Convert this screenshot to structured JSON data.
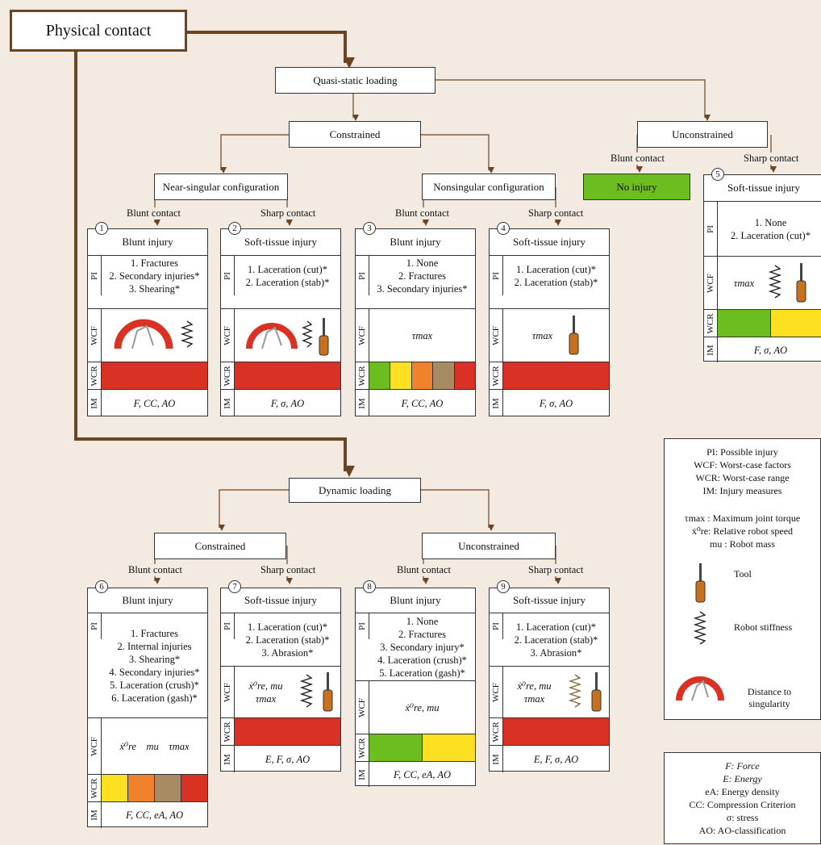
{
  "root": "Physical contact",
  "quasi": {
    "title": "Quasi-static loading",
    "constrained": "Constrained",
    "unconstrained": "Unconstrained",
    "near_singular": "Near-singular configuration",
    "nonsingular": "Nonsingular configuration",
    "no_injury": "No injury"
  },
  "dynamic": {
    "title": "Dynamic loading",
    "constrained": "Constrained",
    "unconstrained": "Unconstrained"
  },
  "edge": {
    "blunt": "Blunt contact",
    "sharp": "Sharp contact"
  },
  "tabs": {
    "pi": "PI",
    "wcf": "WCF",
    "wcr": "WCR",
    "im": "IM"
  },
  "cases": [
    {
      "num": "1",
      "title": "Blunt injury",
      "pi": [
        "1. Fractures",
        "2. Secondary injuries*",
        "3. Shearing*"
      ],
      "wcf": "",
      "im": "F, CC, AO"
    },
    {
      "num": "2",
      "title": "Soft-tissue injury",
      "pi": [
        "1. Laceration (cut)*",
        "2. Laceration (stab)*"
      ],
      "wcf": "",
      "im": "F, σ, AO"
    },
    {
      "num": "3",
      "title": "Blunt injury",
      "pi": [
        "1. None",
        "2. Fractures",
        "3. Secondary injuries*"
      ],
      "wcf": "τmax",
      "im": "F, CC, AO"
    },
    {
      "num": "4",
      "title": "Soft-tissue injury",
      "pi": [
        "1. Laceration (cut)*",
        "2. Laceration (stab)*"
      ],
      "wcf": "τmax",
      "im": "F, σ, AO"
    },
    {
      "num": "5",
      "title": "Soft-tissue injury",
      "pi": [
        "1. None",
        "2. Laceration (cut)*"
      ],
      "wcf": "τmax",
      "im": "F, σ, AO"
    },
    {
      "num": "6",
      "title": "Blunt injury",
      "pi": [
        "1. Fractures",
        "2. Internal injuries",
        "3. Shearing*",
        "4. Secondary injuries*",
        "5. Laceration (crush)*",
        "6. Laceration (gash)*"
      ],
      "wcf": "ẋ⁰re    mu    τmax",
      "im": "F, CC, eA, AO"
    },
    {
      "num": "7",
      "title": "Soft-tissue injury",
      "pi": [
        "1. Laceration (cut)*",
        "2. Laceration (stab)*",
        "3. Abrasion*"
      ],
      "wcf": "ẋ⁰re, mu τmax",
      "im": "E, F, σ, AO"
    },
    {
      "num": "8",
      "title": "Blunt injury",
      "pi": [
        "1. None",
        "2. Fractures",
        "3. Secondary injury*",
        "4. Laceration (crush)*",
        "5. Laceration (gash)*"
      ],
      "wcf": "ẋ⁰re, mu",
      "im": "F, CC, eA, AO"
    },
    {
      "num": "9",
      "title": "Soft-tissue injury",
      "pi": [
        "1. Laceration (cut)*",
        "2. Laceration (stab)*",
        "3. Abrasion*"
      ],
      "wcf": "ẋ⁰re, mu τmax",
      "im": "E, F, σ, AO"
    }
  ],
  "wcr_colors": {
    "red": "#d93124",
    "green": "#6cbd1f",
    "yellow": "#fde021",
    "orange": "#f0822b",
    "brown": "#a88a63",
    "accent_arrow": "#6b4523"
  },
  "legend1": {
    "lines": [
      "PI: Possible injury",
      "WCF: Worst-case factors",
      "WCR: Worst-case range",
      "IM: Injury measures"
    ],
    "symbols": [
      "τmax : Maximum joint torque",
      "ẋ⁰re: Relative robot speed",
      "mu : Robot mass"
    ],
    "tool": "Tool",
    "stiffness": "Robot stiffness",
    "singularity": "Distance to singularity"
  },
  "legend2": {
    "lines": [
      "F: Force",
      "E: Energy",
      "eA: Energy density",
      "CC: Compression Criterion",
      "σ: stress",
      "AO: AO-classification"
    ]
  },
  "icons": [
    "spring-icon",
    "screwdriver-tool-icon",
    "singularity-gauge-icon"
  ]
}
